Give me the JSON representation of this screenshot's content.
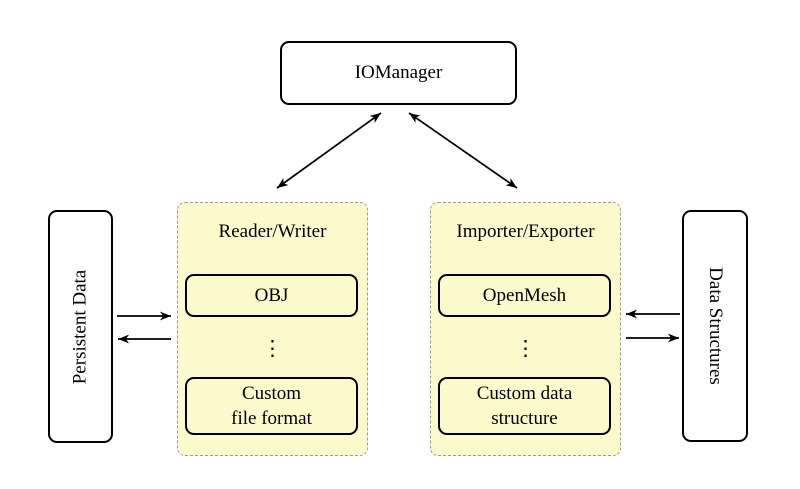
{
  "diagram": {
    "io_manager": {
      "label": "IOManager"
    },
    "persistent_data": {
      "label": "Persistent Data"
    },
    "data_structures": {
      "label": "Data Structures"
    },
    "reader_writer": {
      "title": "Reader/Writer",
      "top_box": "OBJ",
      "ellipsis": "⋮",
      "bottom_box_line1": "Custom",
      "bottom_box_line2": "file format"
    },
    "importer_exporter": {
      "title": "Importer/Exporter",
      "top_box": "OpenMesh",
      "ellipsis": "⋮",
      "bottom_box_line1": "Custom data",
      "bottom_box_line2": "structure"
    },
    "colors": {
      "group_fill": "#FCFACD",
      "group_border": "#9A9A9A",
      "node_fill": "#FFFFFF",
      "node_border": "#000000",
      "arrow": "#000000"
    }
  }
}
